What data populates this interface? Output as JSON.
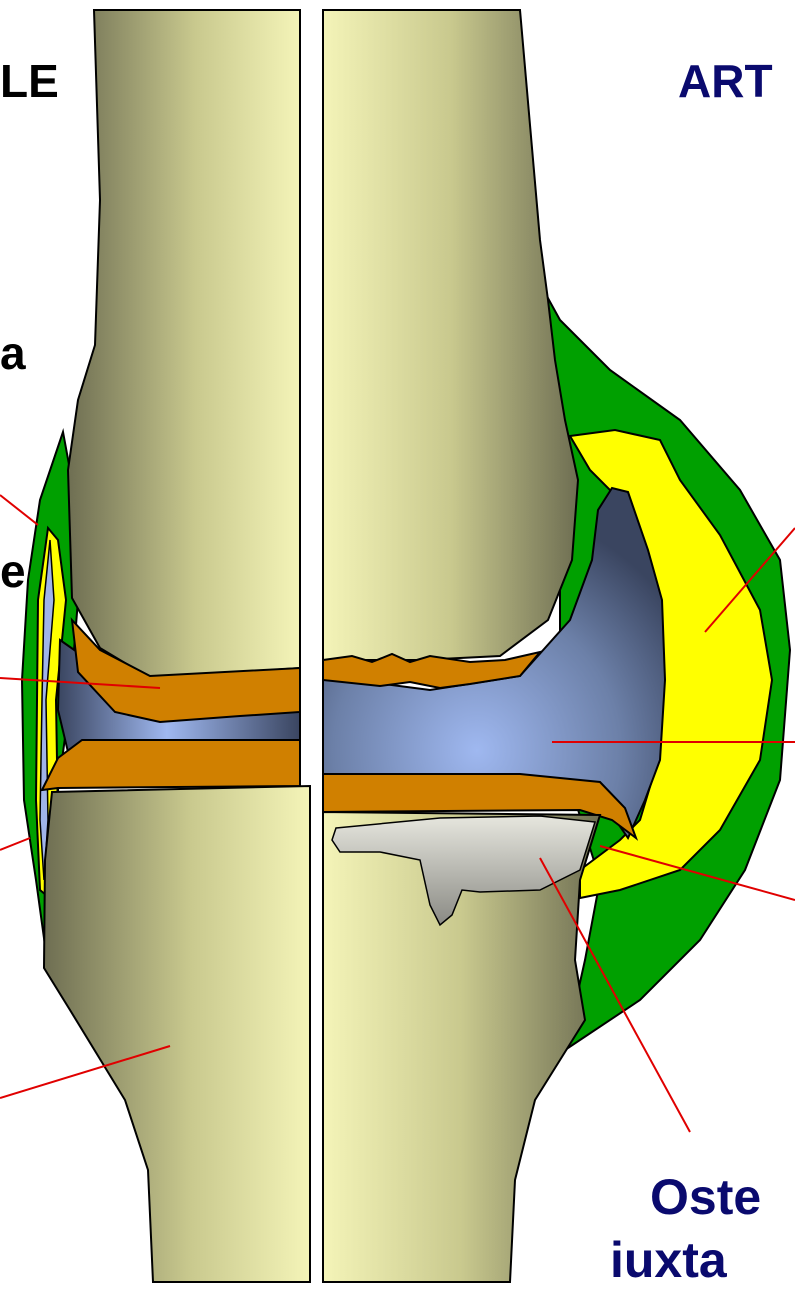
{
  "labels": {
    "left_title": "LE",
    "left_a": "a",
    "left_e": "e",
    "right_title": "ART",
    "right_bottom_1": "Oste",
    "right_bottom_2": "iuxta"
  },
  "colors": {
    "bone_light": "#f4f4b8",
    "bone_dark": "#6e6e52",
    "cartilage": "#d08000",
    "synovial_fluid_light": "#9fb8f0",
    "synovial_fluid_dark": "#3a4560",
    "capsule": "#00a000",
    "pannus": "#ffff00",
    "erosion": "#a8a8a0",
    "leader": "#e00000",
    "label_text": "#0a0a6e"
  }
}
